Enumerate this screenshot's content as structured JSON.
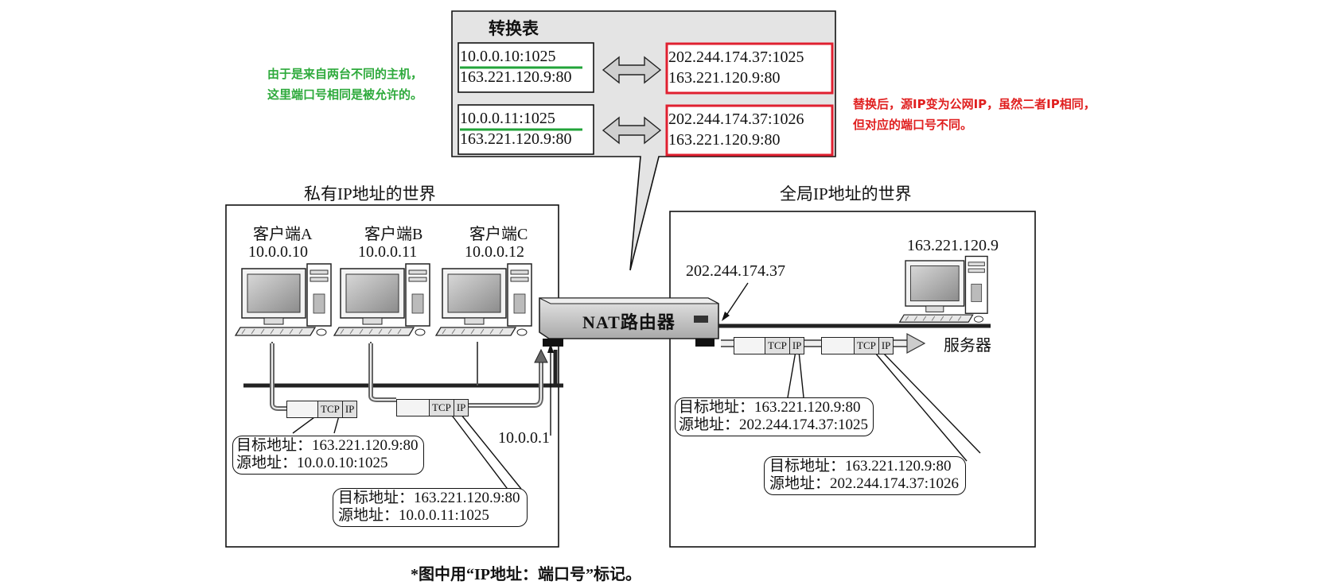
{
  "translation_table": {
    "title": "转换表",
    "rows": [
      {
        "private_lines": [
          "10.0.0.10:1025",
          "163.221.120.9:80"
        ],
        "public_lines": [
          "202.244.174.37:1025",
          "163.221.120.9:80"
        ]
      },
      {
        "private_lines": [
          "10.0.0.11:1025",
          "163.221.120.9:80"
        ],
        "public_lines": [
          "202.244.174.37:1026",
          "163.221.120.9:80"
        ]
      }
    ]
  },
  "annotations": {
    "left_note": "由于是来自两台不同的主机，\n这里端口号相同是被允许的。",
    "right_note": "替换后，源IP变为公网IP，虽然二者IP相同，\n但对应的端口号不同。",
    "left_color": "#2eaa3c",
    "right_color": "#e02020",
    "highlight_box_color": "#e02030",
    "underline_color": "#22a43a"
  },
  "private_world": {
    "title": "私有IP地址的世界",
    "clients": [
      {
        "name": "客户端A",
        "ip": "10.0.0.10"
      },
      {
        "name": "客户端B",
        "ip": "10.0.0.11"
      },
      {
        "name": "客户端C",
        "ip": "10.0.0.12"
      }
    ],
    "router_inside_ip": "10.0.0.1",
    "callouts": [
      {
        "dest_label": "目标地址：",
        "dest": "163.221.120.9:80",
        "src_label": "源地址：",
        "src": "10.0.0.10:1025"
      },
      {
        "dest_label": "目标地址：",
        "dest": "163.221.120.9:80",
        "src_label": "源地址：",
        "src": "10.0.0.11:1025"
      }
    ]
  },
  "global_world": {
    "title": "全局IP地址的世界",
    "router_outside_ip": "202.244.174.37",
    "server_ip": "163.221.120.9",
    "server_label": "服务器",
    "callouts": [
      {
        "dest_label": "目标地址：",
        "dest": "163.221.120.9:80",
        "src_label": "源地址：",
        "src": "202.244.174.37:1025"
      },
      {
        "dest_label": "目标地址：",
        "dest": "163.221.120.9:80",
        "src_label": "源地址：",
        "src": "202.244.174.37:1026"
      }
    ]
  },
  "router": {
    "label": "NAT路由器"
  },
  "packet": {
    "tcp": "TCP",
    "ip": "IP"
  },
  "footnote": "*图中用“IP地址：端口号”标记。"
}
